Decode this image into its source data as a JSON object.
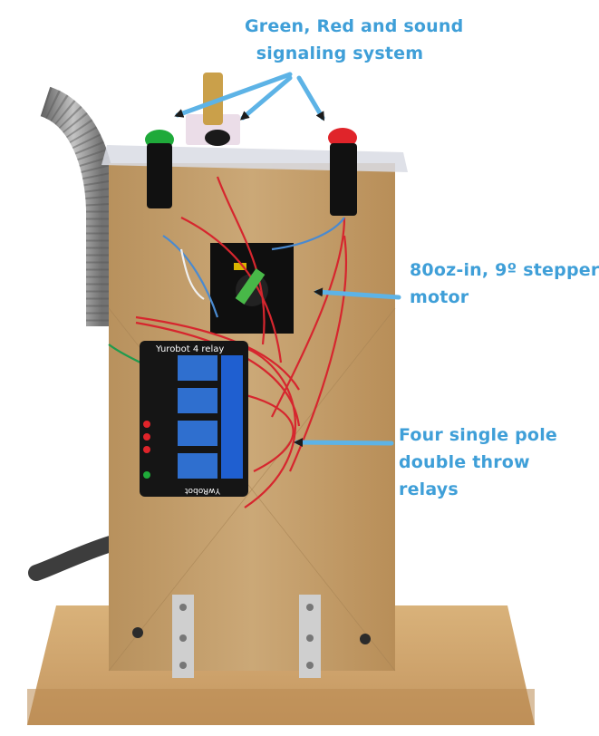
{
  "annotations": {
    "signaling": [
      "Green, Red and sound",
      "signaling system"
    ],
    "motor": [
      "80oz-in, 9º stepper",
      "motor"
    ],
    "relays": [
      "Four single pole",
      "double throw",
      "relays"
    ]
  },
  "board": {
    "title": "Yurobot 4 relay",
    "mark": "YwRobot"
  },
  "colors": {
    "annotation": "#3f9fd8",
    "mdf_board": "#c7a06a",
    "wood_base": "#d6ae74",
    "relay_pcb": "#151515",
    "relay_block": "#2f6fcf",
    "terminal": "#1f5fd0",
    "wire_red": "#d6262e",
    "button_green": "#1faa3a",
    "button_red": "#e0242a",
    "conduit": "#9a9a9a"
  }
}
